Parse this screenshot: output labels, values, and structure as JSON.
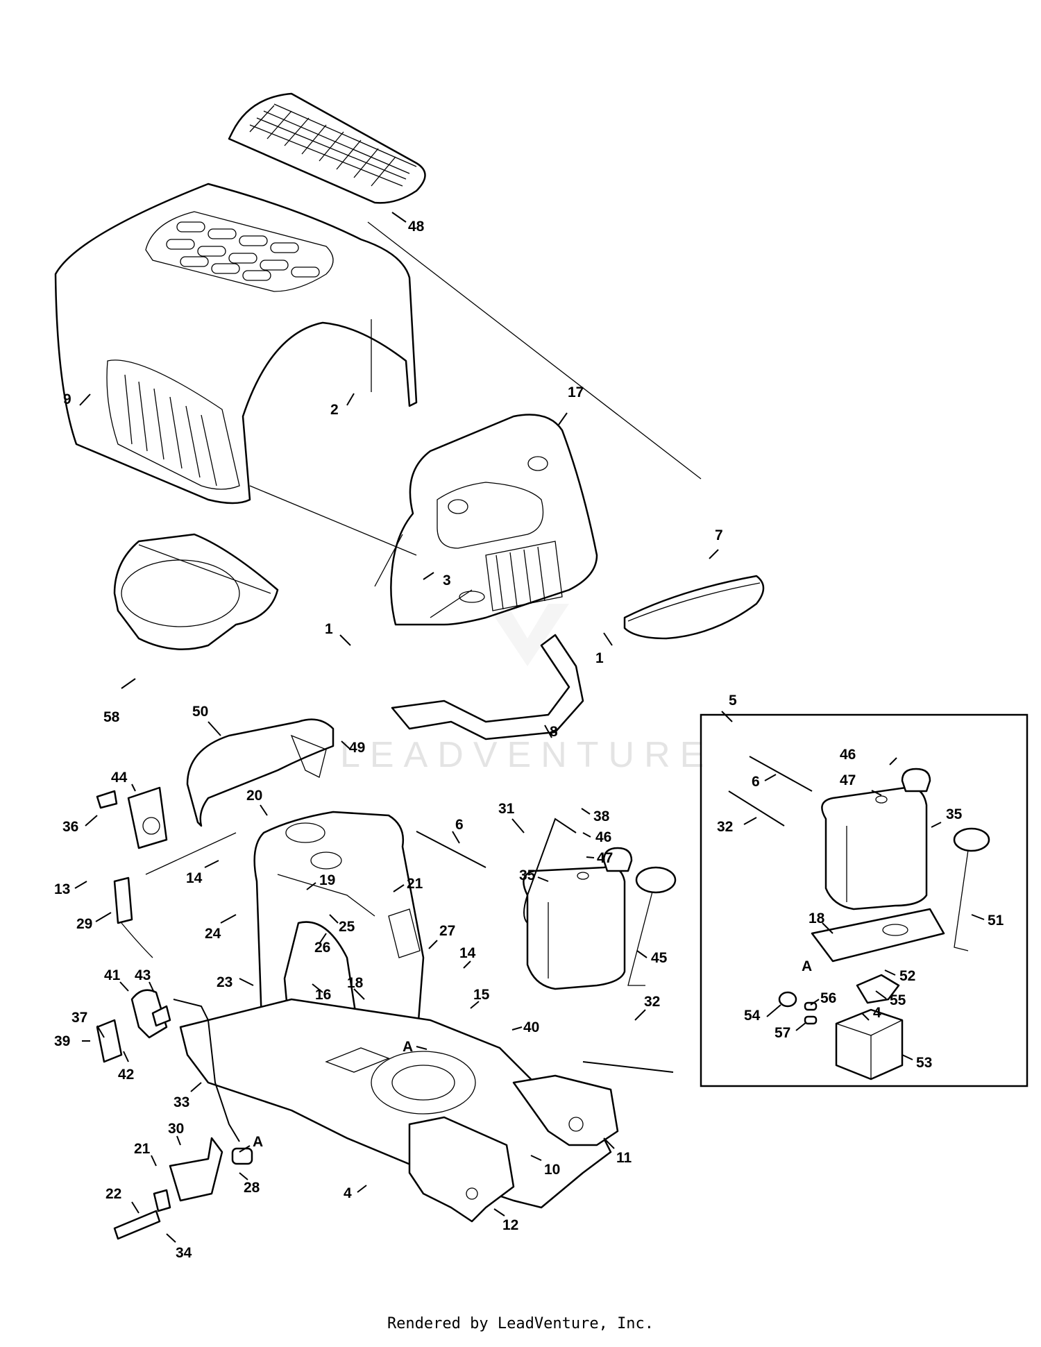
{
  "watermark": "LEADVENTURE",
  "footer": "Rendered by LeadVenture, Inc.",
  "labels": [
    "48",
    "9",
    "2",
    "17",
    "7",
    "3",
    "1",
    "1",
    "5",
    "58",
    "50",
    "49",
    "8",
    "46",
    "47",
    "6",
    "35",
    "32",
    "51",
    "18",
    "A",
    "52",
    "55",
    "54",
    "56",
    "4",
    "57",
    "53",
    "44",
    "36",
    "20",
    "38",
    "46",
    "47",
    "31",
    "6",
    "13",
    "14",
    "19",
    "21",
    "35",
    "29",
    "25",
    "24",
    "26",
    "27",
    "45",
    "14",
    "41",
    "43",
    "23",
    "16",
    "18",
    "15",
    "40",
    "32",
    "37",
    "39",
    "A",
    "42",
    "33",
    "21",
    "30",
    "A",
    "22",
    "28",
    "34",
    "4",
    "10",
    "11",
    "12"
  ]
}
